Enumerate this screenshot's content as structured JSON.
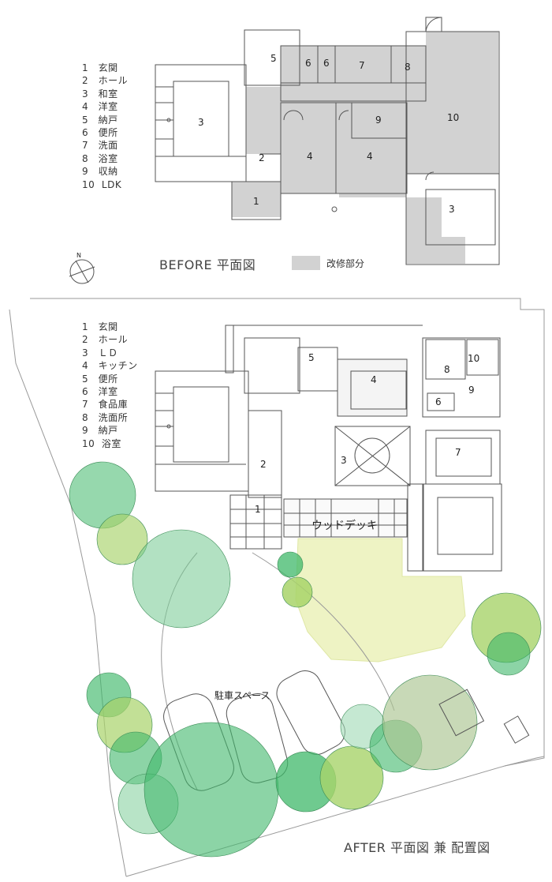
{
  "before": {
    "legend": [
      {
        "num": "1",
        "label": "玄関"
      },
      {
        "num": "2",
        "label": "ホール"
      },
      {
        "num": "3",
        "label": "和室"
      },
      {
        "num": "4",
        "label": "洋室"
      },
      {
        "num": "5",
        "label": "納戸"
      },
      {
        "num": "6",
        "label": "便所"
      },
      {
        "num": "7",
        "label": "洗面"
      },
      {
        "num": "8",
        "label": "浴室"
      },
      {
        "num": "9",
        "label": "収納"
      },
      {
        "num": "10",
        "label": "LDK"
      }
    ],
    "title": "BEFORE  平面図",
    "swatch_label": "改修部分",
    "compass_label": "N",
    "room_numbers": {
      "r1": "1",
      "r2": "2",
      "r3a": "3",
      "r3b": "3",
      "r4a": "4",
      "r4b": "4",
      "r5": "5",
      "r6a": "6",
      "r6b": "6",
      "r7": "7",
      "r8": "8",
      "r9": "9",
      "r10": "10"
    }
  },
  "after": {
    "legend": [
      {
        "num": "1",
        "label": "玄関"
      },
      {
        "num": "2",
        "label": "ホール"
      },
      {
        "num": "3",
        "label": "ＬＤ"
      },
      {
        "num": "4",
        "label": "キッチン"
      },
      {
        "num": "5",
        "label": "便所"
      },
      {
        "num": "6",
        "label": "洋室"
      },
      {
        "num": "7",
        "label": "食品庫"
      },
      {
        "num": "8",
        "label": "洗面所"
      },
      {
        "num": "9",
        "label": "納戸"
      },
      {
        "num": "10",
        "label": "浴室"
      }
    ],
    "title": "AFTER  平面図 兼 配置図",
    "deck_label": "ウッドデッキ",
    "parking_label": "駐車スペース",
    "room_numbers": {
      "r1": "1",
      "r2": "2",
      "r3": "3",
      "r4": "4",
      "r5": "5",
      "r6": "6",
      "r7": "7",
      "r8": "8",
      "r9": "9",
      "r10": "10"
    }
  },
  "colors": {
    "renovated": "#d2d2d2",
    "lawn": "#eef3c4",
    "tree_dark": "#3fb86a",
    "tree_mid": "#72c98f",
    "tree_light": "#a8d36a",
    "tree_pale": "#9fd9b4",
    "tree_olive": "#aac590",
    "wall": "#555555"
  }
}
